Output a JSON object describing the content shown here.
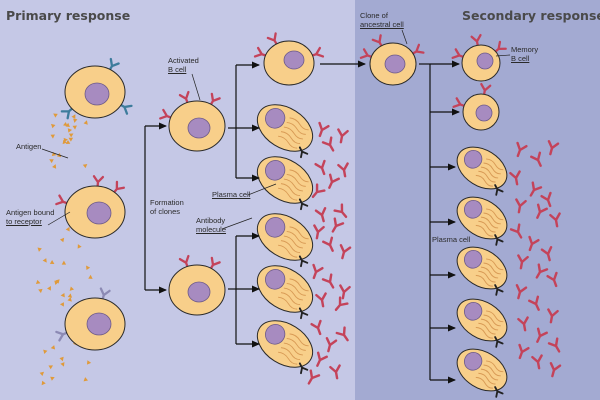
{
  "diagram": {
    "titles": {
      "primary": "Primary response",
      "secondary": "Secondary response"
    },
    "labels": {
      "antigen": "Antigen",
      "antigen_bound_line1": "Antigen bound",
      "antigen_bound_line2": "to receptor",
      "activated_line1": "Activated",
      "activated_line2": "B cell",
      "formation_line1": "Formation",
      "formation_line2": "of clones",
      "plasma_cell_primary": "Plasma cell",
      "antibody_line1": "Antibody",
      "antibody_line2": "molecule",
      "clone_line1": "Clone of",
      "clone_line2": "ancestral cell",
      "memory_line1": "Memory",
      "memory_line2": "B cell",
      "plasma_cell_secondary": "Plasma cell"
    },
    "colors": {
      "background_primary": "#c5c8e6",
      "background_secondary": "#a3aad2",
      "cell_fill": "#f8cf8a",
      "cell_stroke": "#2a2a2a",
      "nucleus": "#a78bc0",
      "antibody": "#c4435a",
      "receptor_primary": "#3d7c9c",
      "antigen": "#e09a3a",
      "arrow": "#111111"
    },
    "icons": [
      "b-cell-icon",
      "plasma-cell-icon",
      "antibody-icon",
      "antigen-icon",
      "receptor-icon"
    ]
  }
}
